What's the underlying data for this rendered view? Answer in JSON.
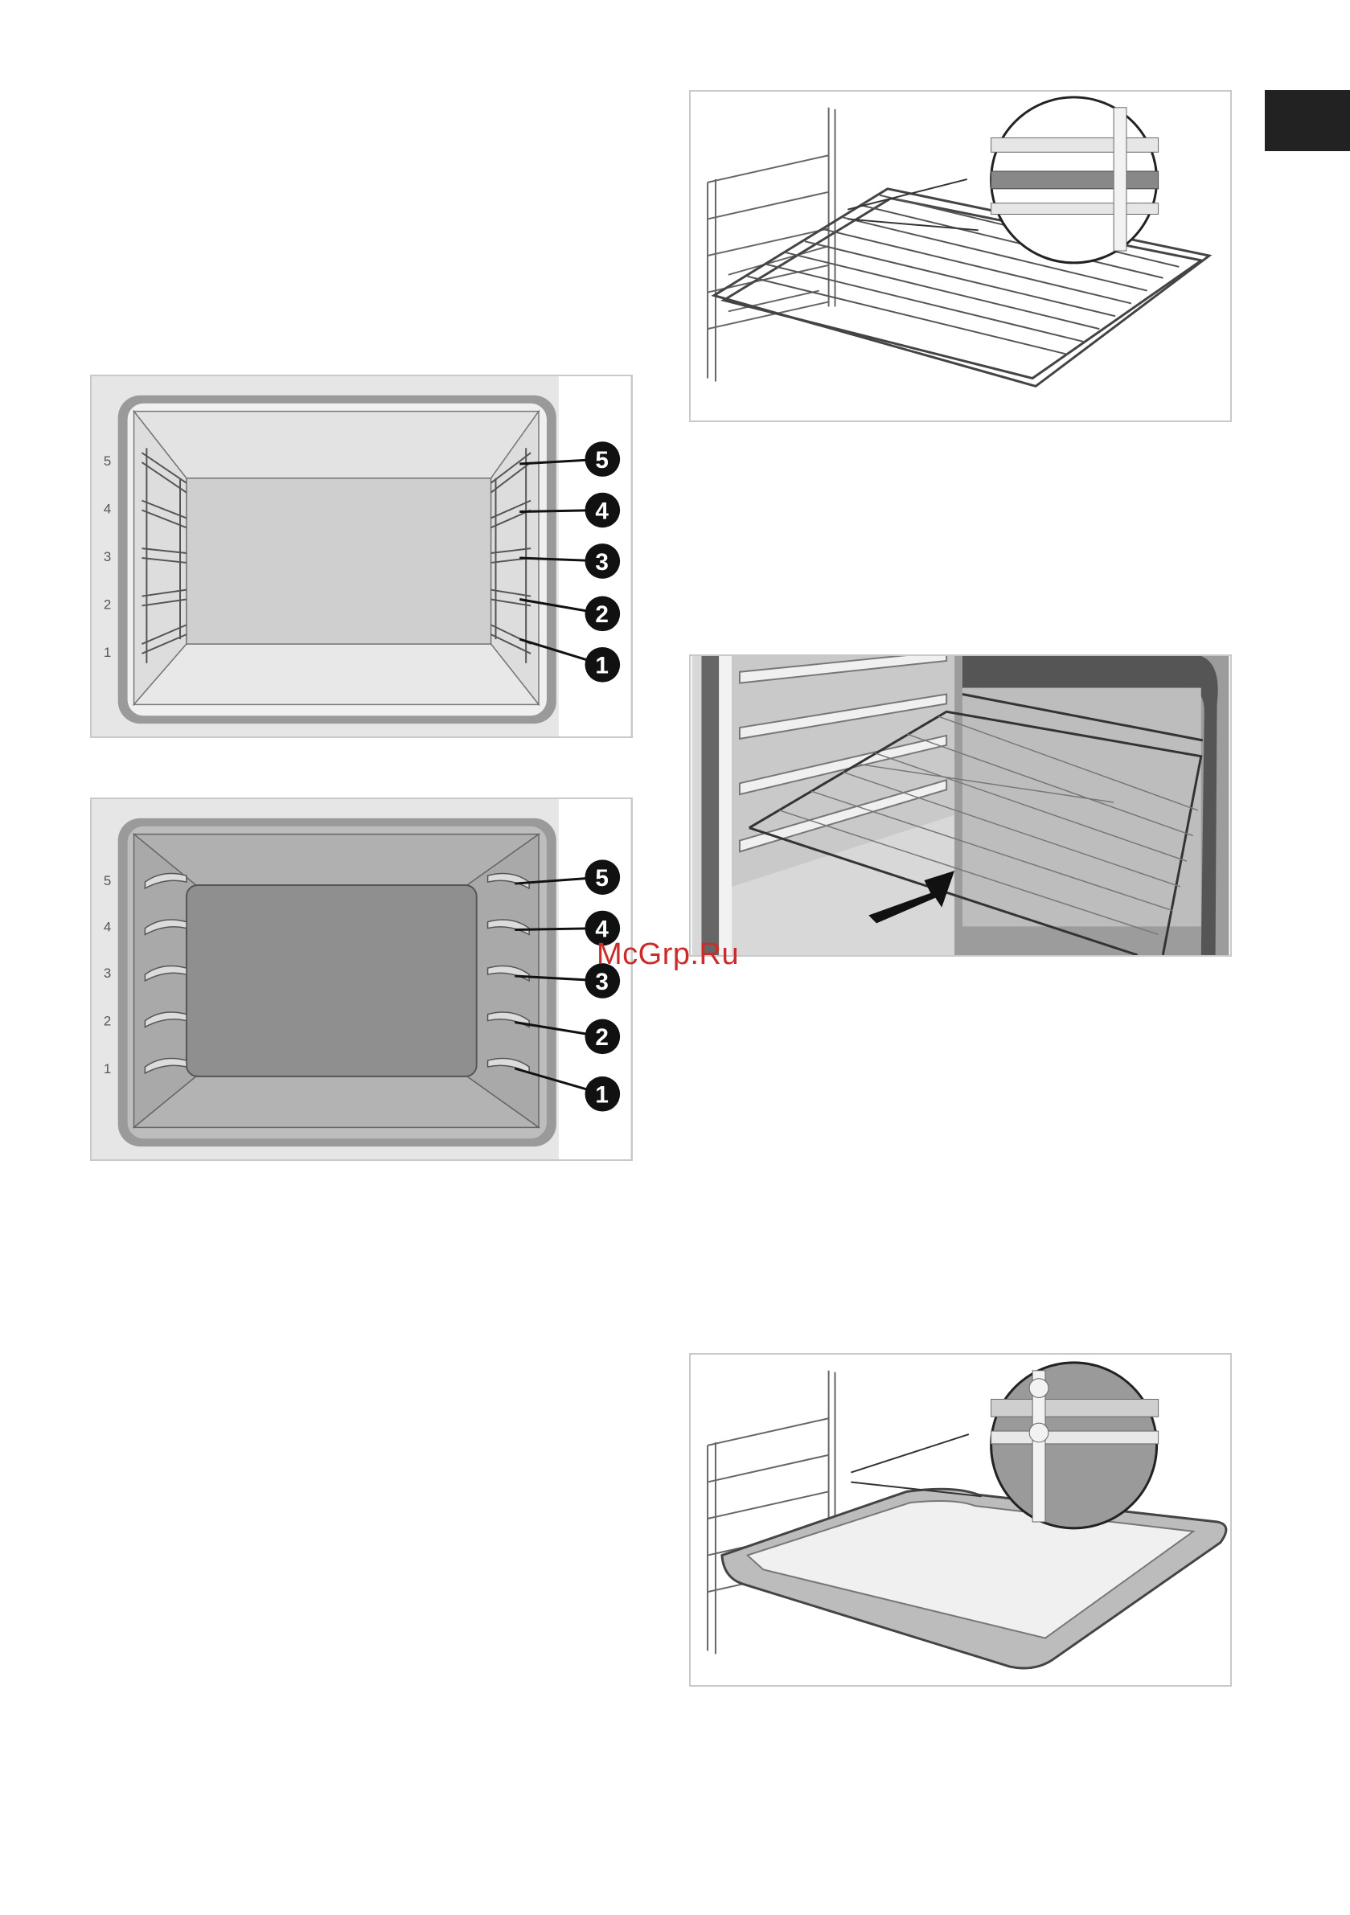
{
  "page": {
    "tab_color": "#222222",
    "watermark": "McGrp.Ru",
    "watermark_color": "#cc2b2b"
  },
  "figure_wire_racks": {
    "side_levels": [
      "5",
      "4",
      "3",
      "2",
      "1"
    ],
    "callouts": [
      "5",
      "4",
      "3",
      "2",
      "1"
    ]
  },
  "figure_telescopic_rails": {
    "side_levels": [
      "5",
      "4",
      "3",
      "2",
      "1"
    ],
    "callouts": [
      "5",
      "4",
      "3",
      "2",
      "1"
    ]
  },
  "figure_rack_insertion": {
    "detail": "magnifier",
    "icon": "wire-rack-icon"
  },
  "figure_rack_push": {
    "icon": "push-arrow-icon"
  },
  "figure_tray_insertion": {
    "detail": "magnifier",
    "icon": "baking-tray-icon"
  }
}
